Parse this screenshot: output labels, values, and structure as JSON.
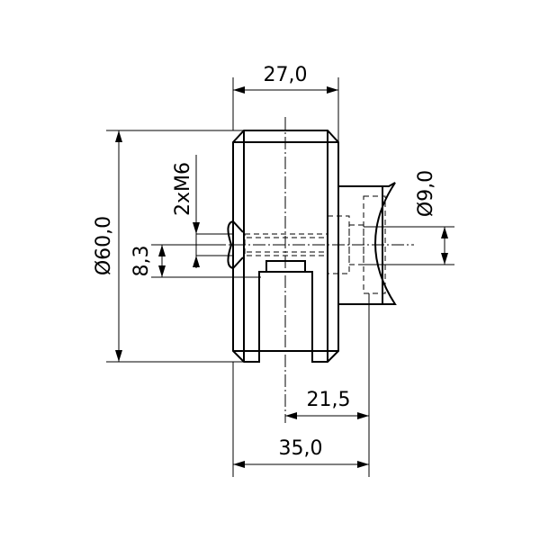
{
  "dimensions": {
    "width_top": "27,0",
    "diameter_outer": "Ø60,0",
    "thread_spec": "2xM6",
    "slot_height": "8,3",
    "diameter_pin": "Ø9,0",
    "offset_center": "21,5",
    "width_total": "35,0"
  }
}
